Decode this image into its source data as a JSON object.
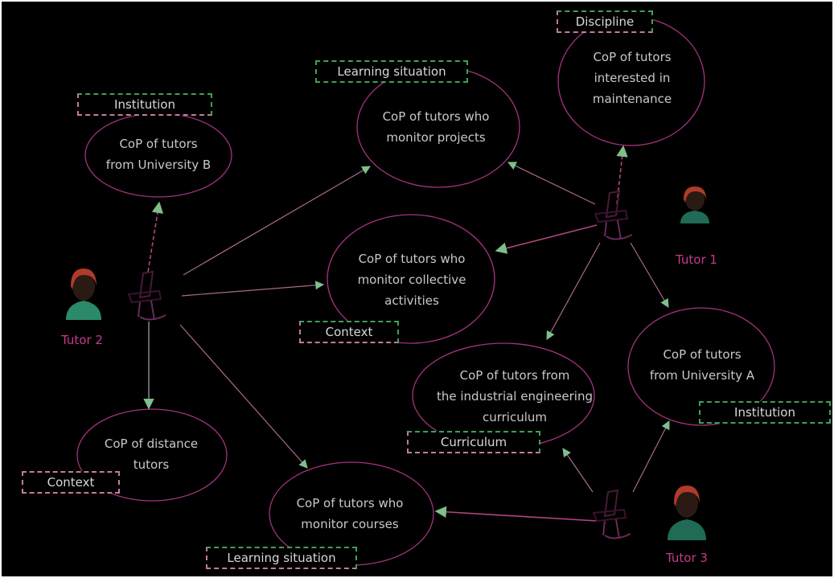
{
  "communities": {
    "uni_b": [
      "CoP of tutors",
      "from University B"
    ],
    "projects": [
      "CoP of tutors who",
      "monitor projects"
    ],
    "maintenance": [
      "CoP of tutors",
      "interested in",
      "maintenance"
    ],
    "collective": [
      "CoP of tutors who",
      "monitor collective",
      "activities"
    ],
    "uni_a": [
      "CoP of tutors",
      "from University A"
    ],
    "industrial": [
      "CoP of tutors from",
      "the industrial engineering",
      "curriculum"
    ],
    "distance": [
      "CoP of distance",
      "tutors"
    ],
    "courses": [
      "CoP of tutors who",
      "monitor courses"
    ]
  },
  "labels": {
    "institution_b": "Institution",
    "learning_situation_top": "Learning situation",
    "discipline": "Discipline",
    "context_collective": "Context",
    "institution_a": "Institution",
    "curriculum": "Curriculum",
    "context_distance": "Context",
    "learning_situation_bottom": "Learning situation"
  },
  "tutors": {
    "tutor1": "Tutor 1",
    "tutor2": "Tutor 2",
    "tutor3": "Tutor 3"
  },
  "colors": {
    "background": "#000000",
    "ellipse_stroke": "#a3337f",
    "arrow": "#7fbf8a",
    "arrow_mixed": "#b3467f",
    "label_border": "#3fa05a",
    "tutor_text": "#c83a8c",
    "avatar_hair": "#b23a2a",
    "avatar_body": "#2a8a6a"
  },
  "icons": [
    "tutor-avatar-icon",
    "chair-icon"
  ]
}
